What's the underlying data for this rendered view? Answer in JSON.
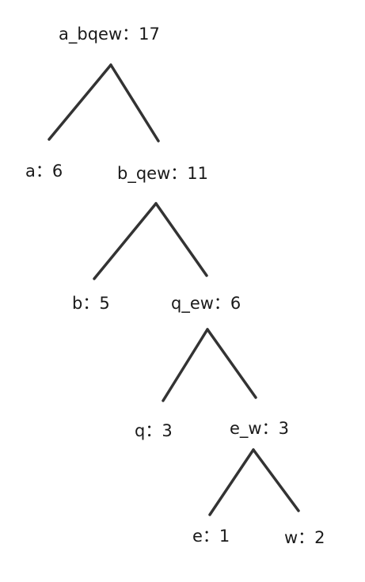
{
  "tree": {
    "nodes": [
      {
        "id": "a_bqew",
        "label": "a_bqew：17"
      },
      {
        "id": "a",
        "label": "a：6"
      },
      {
        "id": "b_qew",
        "label": "b_qew：11"
      },
      {
        "id": "b",
        "label": "b：5"
      },
      {
        "id": "q_ew",
        "label": "q_ew：6"
      },
      {
        "id": "q",
        "label": "q：3"
      },
      {
        "id": "e_w",
        "label": "e_w：3"
      },
      {
        "id": "e",
        "label": "e：1"
      },
      {
        "id": "w",
        "label": "w：2"
      }
    ],
    "edges": [
      {
        "from": "a_bqew",
        "to": "a"
      },
      {
        "from": "a_bqew",
        "to": "b_qew"
      },
      {
        "from": "b_qew",
        "to": "b"
      },
      {
        "from": "b_qew",
        "to": "q_ew"
      },
      {
        "from": "q_ew",
        "to": "q"
      },
      {
        "from": "q_ew",
        "to": "e_w"
      },
      {
        "from": "e_w",
        "to": "e"
      },
      {
        "from": "e_w",
        "to": "w"
      }
    ]
  }
}
